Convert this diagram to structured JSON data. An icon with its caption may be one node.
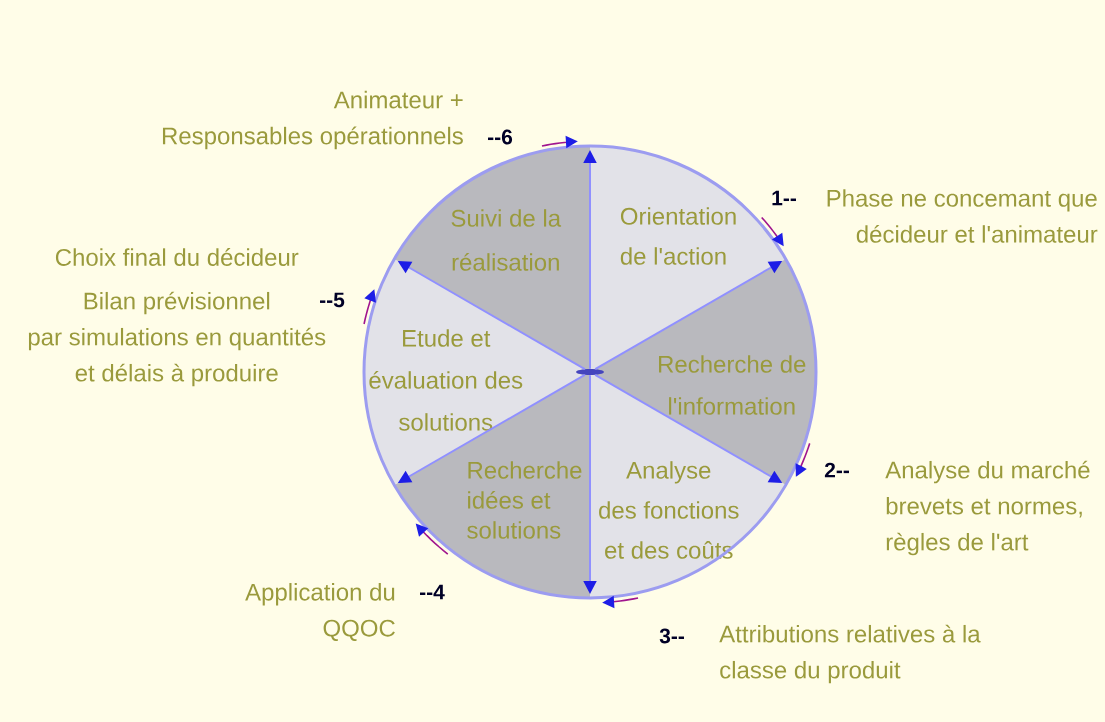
{
  "diagram": {
    "nodes": [
      {
        "text": [
          "Orientation de l'action"
        ]
      },
      {
        "text": [
          "Recherche de l'information"
        ]
      },
      {
        "text": [
          "Analyse des fonctions et des coûts"
        ]
      },
      {
        "text": [
          "Recherche idées et solutions"
        ]
      },
      {
        "text": [
          "Etude et évaluation des solutions"
        ]
      },
      {
        "text": [
          "Suivi de la réalisation"
        ]
      },
      {
        "text": [],
        "shape": "circle"
      }
    ],
    "edges": [
      {
        "from": 6,
        "to": 5,
        "arrow": "to"
      },
      {
        "from": 6,
        "to": 0,
        "arrow": "to"
      },
      {
        "from": 6,
        "to": 2,
        "arrow": "to"
      },
      {
        "from": 6,
        "to": 3,
        "arrow": "to"
      },
      {
        "from": 6,
        "to": 3,
        "arrow": "to"
      },
      {
        "from": 6,
        "to": 5,
        "arrow": "to"
      }
    ],
    "labels": [
      "Animateur + Responsables opérationnels",
      "--6",
      "1--",
      "Phase ne concemant que décideur et l'animateur",
      "Choix final du décideur",
      "--5",
      "Bilan prévisionnel par simulations en quantités et délais à produire",
      "2--",
      "Analyse du marché brevets et normes, règles de l'art",
      "Application du QQOC",
      "--4",
      "3--",
      "Attributions relatives à la classe du produit"
    ]
  }
}
